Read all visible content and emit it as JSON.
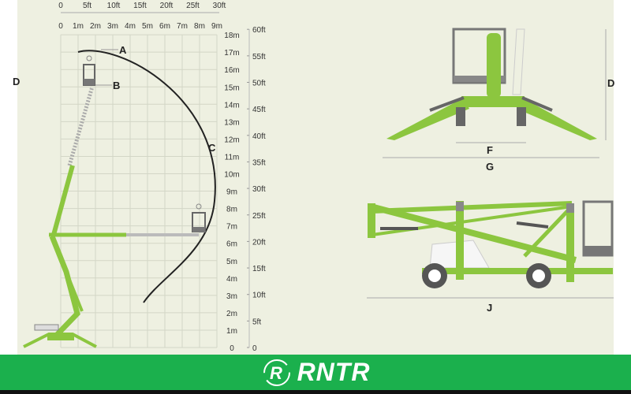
{
  "diagram": {
    "top_ft_axis": [
      "0",
      "5ft",
      "10ft",
      "15ft",
      "20ft",
      "25ft",
      "30ft"
    ],
    "top_m_axis": [
      "0",
      "1m",
      "2m",
      "3m",
      "4m",
      "5m",
      "6m",
      "7m",
      "8m",
      "9m"
    ],
    "right_m_axis": [
      "0",
      "1m",
      "2m",
      "3m",
      "4m",
      "5m",
      "6m",
      "7m",
      "8m",
      "9m",
      "10m",
      "11m",
      "12m",
      "13m",
      "14m",
      "15m",
      "16m",
      "17m",
      "18m"
    ],
    "right_ft_axis": [
      "0",
      "5ft",
      "10ft",
      "15ft",
      "20ft",
      "25ft",
      "30ft",
      "35ft",
      "40ft",
      "45ft",
      "50ft",
      "55ft",
      "60ft"
    ],
    "labels": {
      "A": "A",
      "B": "B",
      "C": "C",
      "D": "D",
      "D_left": "D",
      "F": "F",
      "G": "G",
      "J": "J"
    },
    "colors": {
      "background": "#eef0e1",
      "machine_green": "#8cc63f",
      "grid": "#d3d6c6",
      "envelope": "#222222"
    }
  },
  "footer": {
    "brand": "RNTR",
    "brand_color": "#1bb04d",
    "icon": "rntr-circular-arrows-logo"
  }
}
